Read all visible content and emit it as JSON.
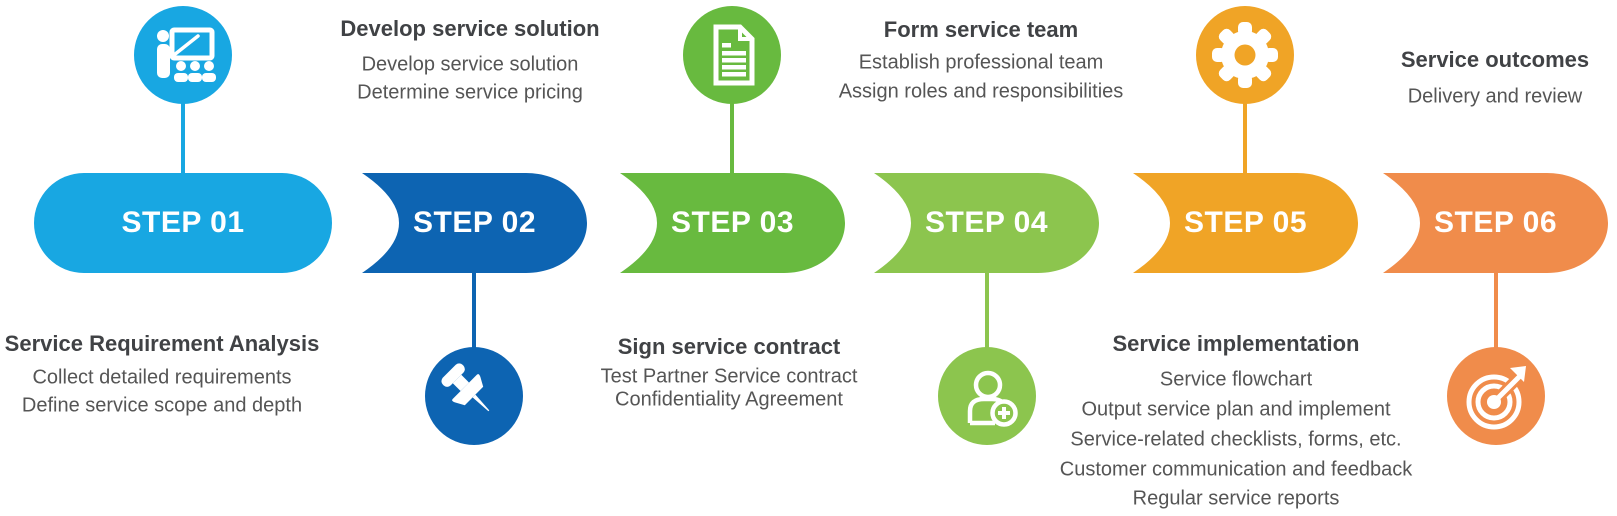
{
  "diagram": {
    "name": "service-process-flow",
    "type": "horizontal-step-process",
    "step_count": 6
  },
  "steps": [
    {
      "label": "STEP 01",
      "color": "#18A7E2",
      "icon": "presentation-icon",
      "icon_position": "top",
      "text_position": "bottom",
      "heading": "Service Requirement Analysis",
      "lines": [
        "Collect detailed requirements",
        "Define service scope and depth"
      ]
    },
    {
      "label": "STEP 02",
      "color": "#0D64B2",
      "icon": "pushpin-icon",
      "icon_position": "bottom",
      "text_position": "top",
      "heading": "Develop service solution",
      "lines": [
        "Develop service solution",
        "Determine service pricing"
      ]
    },
    {
      "label": "STEP 03",
      "color": "#68BA3F",
      "icon": "document-icon",
      "icon_position": "top",
      "text_position": "bottom",
      "heading": "Sign service contract",
      "lines": [
        "Test Partner Service contract",
        "Confidentiality Agreement"
      ]
    },
    {
      "label": "STEP 04",
      "color": "#8CC54E",
      "icon": "add-user-icon",
      "icon_position": "bottom",
      "text_position": "top",
      "heading": "Form service team",
      "lines": [
        "Establish professional team",
        "Assign roles and responsibilities"
      ]
    },
    {
      "label": "STEP 05",
      "color": "#F0A426",
      "icon": "gear-icon",
      "icon_position": "top",
      "text_position": "bottom",
      "heading": "Service implementation",
      "lines": [
        "Service flowchart",
        "Output service plan and implement",
        "Service-related checklists, forms, etc.",
        "Customer communication and feedback",
        "Regular service reports"
      ]
    },
    {
      "label": "STEP 06",
      "color": "#F08C4B",
      "icon": "target-icon",
      "icon_position": "bottom",
      "text_position": "top",
      "heading": "Service outcomes",
      "lines": [
        "Delivery and review"
      ]
    }
  ]
}
